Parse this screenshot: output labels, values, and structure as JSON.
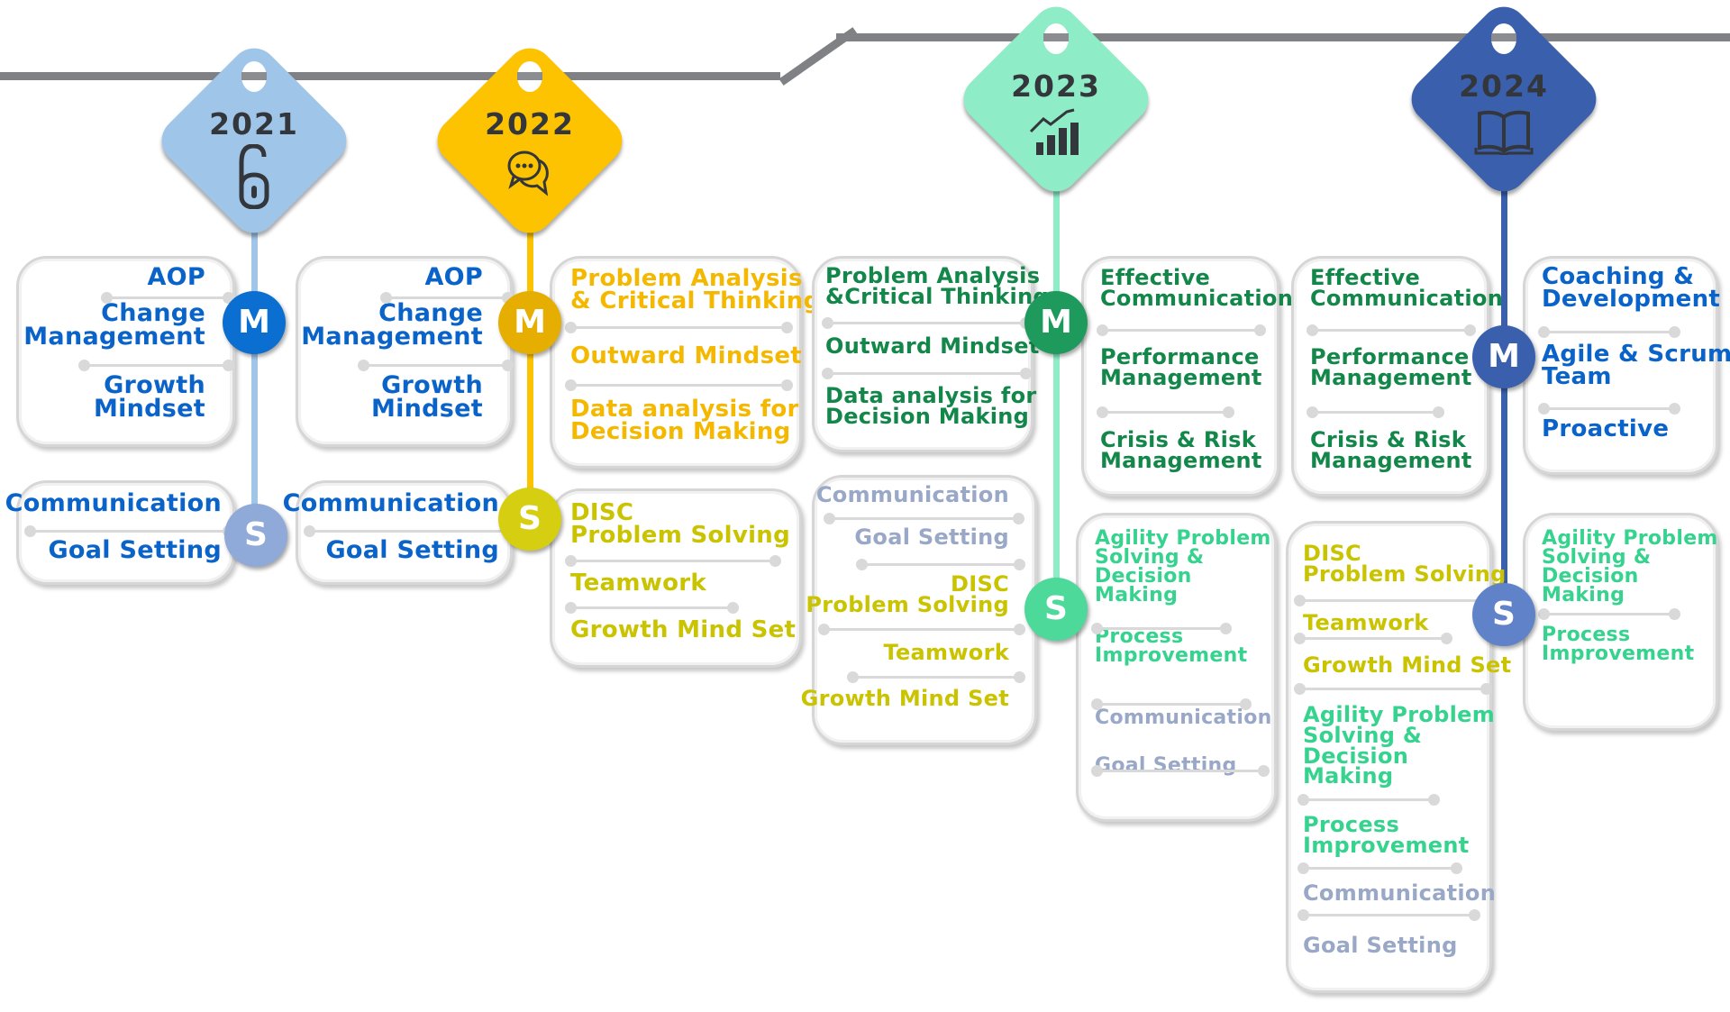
{
  "colors": {
    "rail": "#808185",
    "y2021_tag": "#9fc5e8",
    "y2021_m": "#0a6fd0",
    "y2021_s": "#8faad9",
    "y2022_tag": "#fdc300",
    "y2022_m": "#e6ae00",
    "y2022_s": "#d6cf11",
    "y2023_tag": "#8eecc7",
    "y2023_m": "#1e9a5c",
    "y2023_s": "#4dd99a",
    "y2024_tag": "#3a5fad",
    "y2024_m": "#3a5fad",
    "y2024_s": "#5f82c9",
    "text_blue": "#0a63c9",
    "text_yellow": "#f5b800",
    "text_olive": "#c9c300",
    "text_dark_green": "#13874a",
    "text_light_green": "#36d38f",
    "text_gray": "#9aa8c8"
  },
  "years": [
    {
      "year": "2021",
      "icon": "unlock-icon",
      "m_label": "M",
      "s_label": "S",
      "m_box": [
        "AOP",
        "Change Management",
        "Growth Mindset"
      ],
      "s_box": [
        "Communication",
        "Goal Setting"
      ]
    },
    {
      "year": "2022",
      "icon": "chat-bubbles-icon",
      "m_label": "M",
      "s_label": "S",
      "m_box_left": [
        "AOP",
        "Change Management",
        "Growth Mindset"
      ],
      "s_box_left": [
        "Communication",
        "Goal Setting"
      ],
      "m_box_right": [
        "Problem Analysis & Critical Thinking",
        "Outward Mindset",
        "Data analysis for Decision Making"
      ],
      "s_box_right": [
        "DISC Problem Solving",
        "Teamwork",
        "Growth Mind Set"
      ]
    },
    {
      "year": "2023",
      "icon": "growth-chart-icon",
      "m_label": "M",
      "s_label": "S",
      "m_box_left": [
        "Problem Analysis &Critical Thinking",
        "Outward Mindset",
        "Data analysis for Decision Making"
      ],
      "s_box_left": [
        "Communication",
        "Goal Setting",
        "DISC Problem Solving",
        "Teamwork",
        "Growth Mind Set"
      ],
      "m_box_right": [
        "Effective Communication",
        "Performance Management",
        "Crisis & Risk Management"
      ],
      "s_box_right": [
        "Agility Problem Solving & Decision Making",
        "Process Improvement",
        "Communication",
        "Goal Setting"
      ]
    },
    {
      "year": "2024",
      "icon": "open-book-icon",
      "m_label": "M",
      "s_label": "S",
      "m_box_left": [
        "Effective Communication",
        "Performance Management",
        "Crisis & Risk Management"
      ],
      "s_box_left": [
        "DISC Problem Solving",
        "Teamwork",
        "Growth Mind Set",
        "Agility Problem Solving & Decision Making",
        "Process Improvement",
        "Communication",
        "Goal Setting"
      ],
      "m_box_right": [
        "Coaching & Development",
        "Agile & Scrum Team",
        "Proactive"
      ],
      "s_box_right": [
        "Agility Problem Solving & Decision Making",
        "Process Improvement"
      ]
    }
  ],
  "lines": {
    "y2021": {
      "m": [
        [
          "AOP"
        ],
        [
          "Change",
          "Management"
        ],
        [
          "Growth",
          "Mindset"
        ]
      ],
      "s": [
        [
          "Communication"
        ],
        [
          "Goal Setting"
        ]
      ]
    },
    "y2022": {
      "m_left": [
        [
          "AOP"
        ],
        [
          "Change",
          "Management"
        ],
        [
          "Growth",
          "Mindset"
        ]
      ],
      "s_left": [
        [
          "Communication"
        ],
        [
          "Goal Setting"
        ]
      ],
      "m_right": [
        [
          "Problem Analysis",
          "& Critical Thinking"
        ],
        [
          "Outward Mindset"
        ],
        [
          "Data analysis for",
          "Decision Making"
        ]
      ],
      "s_right": [
        [
          "DISC",
          "Problem Solving"
        ],
        [
          "Teamwork"
        ],
        [
          "Growth Mind Set"
        ]
      ]
    },
    "y2023": {
      "m_left": [
        [
          "Problem Analysis",
          "&Critical Thinking"
        ],
        [
          "Outward Mindset"
        ],
        [
          "Data analysis for",
          "Decision Making"
        ]
      ],
      "s_left": [
        [
          "Communication"
        ],
        [
          "Goal Setting"
        ],
        [
          "DISC",
          "Problem Solving"
        ],
        [
          "Teamwork"
        ],
        [
          "Growth Mind Set"
        ]
      ],
      "m_right": [
        [
          "Effective",
          "Communication"
        ],
        [
          "Performance",
          "Management"
        ],
        [
          "Crisis & Risk",
          "Management"
        ]
      ],
      "s_right": [
        [
          "Agility Problem",
          "Solving &",
          "Decision",
          "Making"
        ],
        [
          "Process",
          "Improvement"
        ],
        [
          "Communication"
        ],
        [
          "Goal Setting"
        ]
      ]
    },
    "y2024": {
      "m_left": [
        [
          "Effective",
          "Communication"
        ],
        [
          "Performance",
          "Management"
        ],
        [
          "Crisis & Risk",
          "Management"
        ]
      ],
      "s_left": [
        [
          "DISC",
          "Problem Solving"
        ],
        [
          "Teamwork"
        ],
        [
          "Growth Mind Set"
        ],
        [
          "Agility Problem",
          "Solving &",
          "Decision",
          "Making"
        ],
        [
          "Process",
          "Improvement"
        ],
        [
          "Communication"
        ],
        [
          "Goal Setting"
        ]
      ],
      "m_right": [
        [
          "Coaching &",
          "Development"
        ],
        [
          "Agile & Scrum",
          "Team"
        ],
        [
          "Proactive"
        ]
      ],
      "s_right": [
        [
          "Agility Problem",
          "Solving &",
          "Decision",
          "Making"
        ],
        [
          "Process",
          "Improvement"
        ]
      ]
    }
  }
}
